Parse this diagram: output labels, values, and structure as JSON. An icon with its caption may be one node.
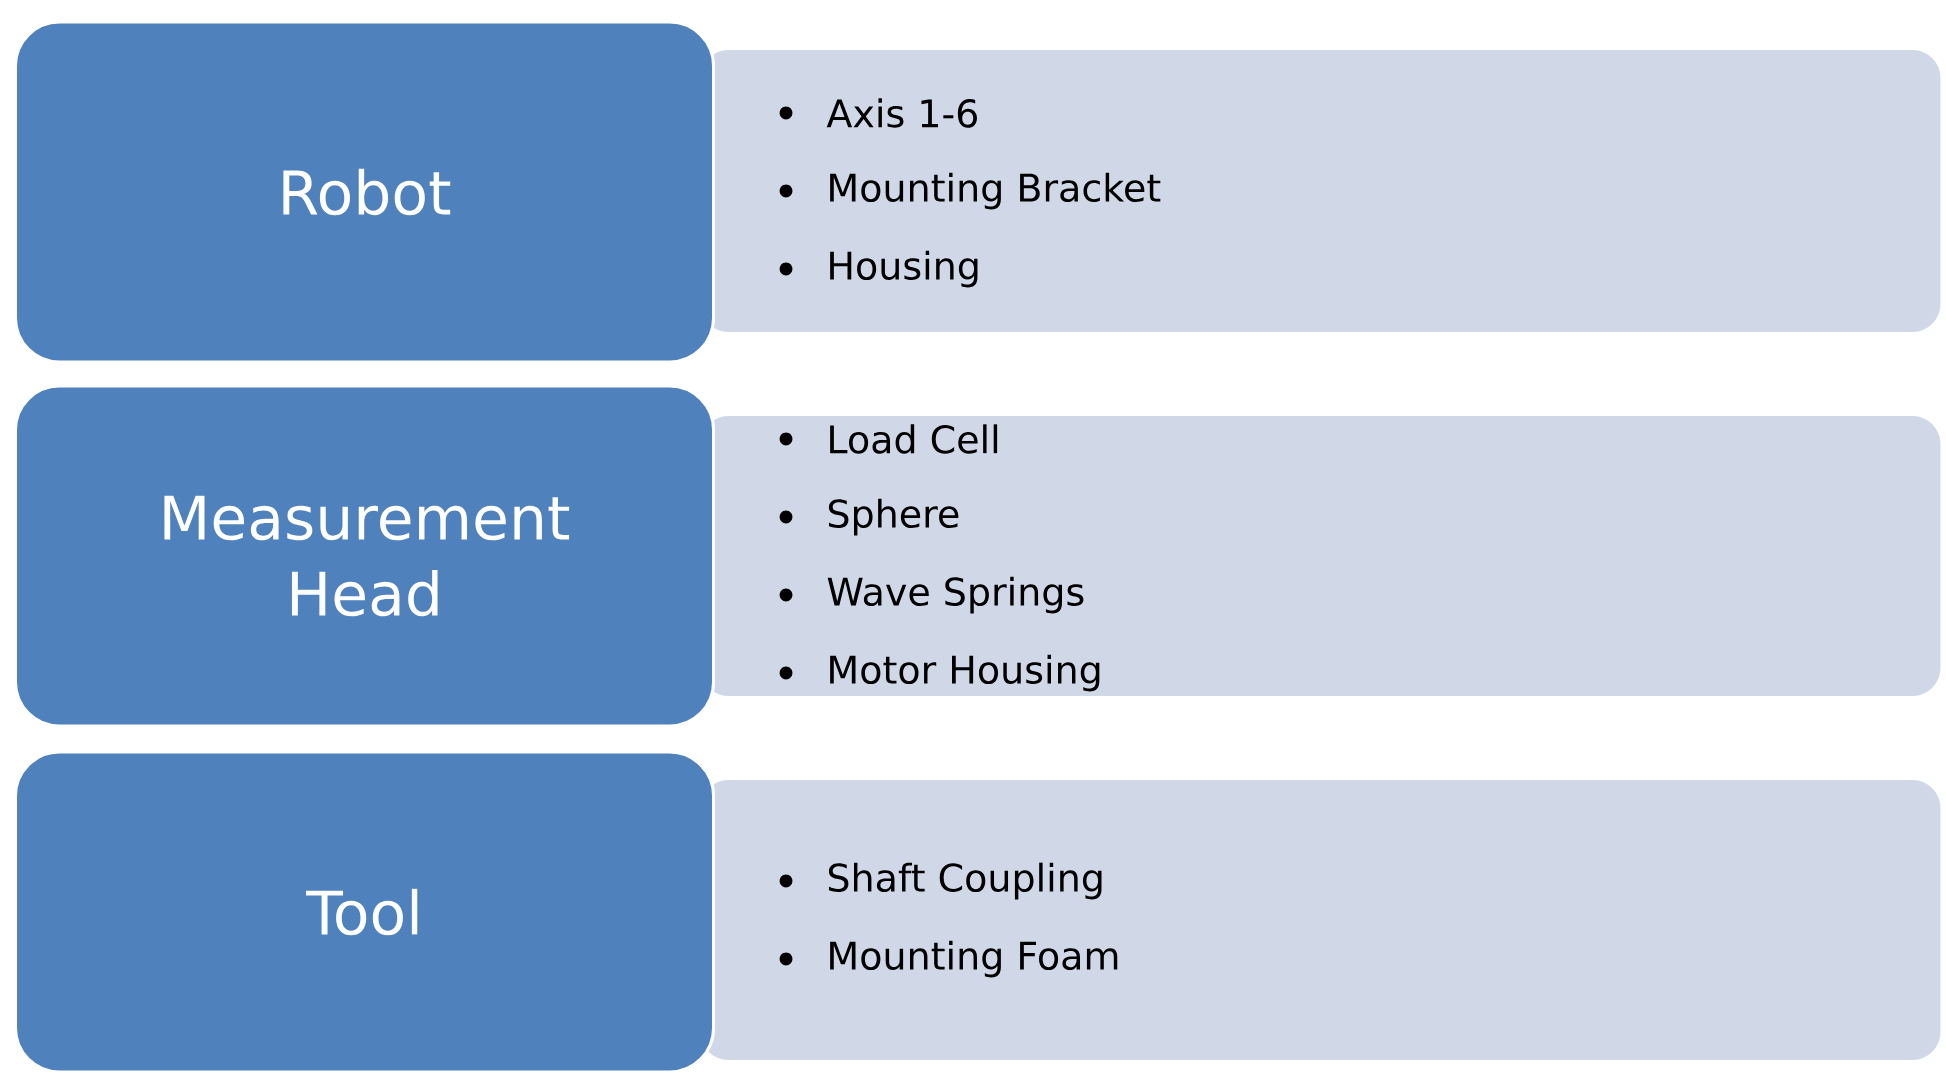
{
  "diagram": {
    "nodes": [
      {
        "text": [
          "Robot"
        ]
      },
      {
        "text": [
          "Axis 1-6",
          "Mounting Bracket",
          "Housing"
        ]
      },
      {
        "text": [
          "Measurement Head"
        ]
      },
      {
        "text": [
          "Load Cell",
          "Sphere",
          "Wave Springs",
          "Motor Housing"
        ]
      },
      {
        "text": [
          "Tool"
        ]
      },
      {
        "text": [
          "Shaft Coupling",
          "Mounting Foam"
        ]
      }
    ]
  }
}
